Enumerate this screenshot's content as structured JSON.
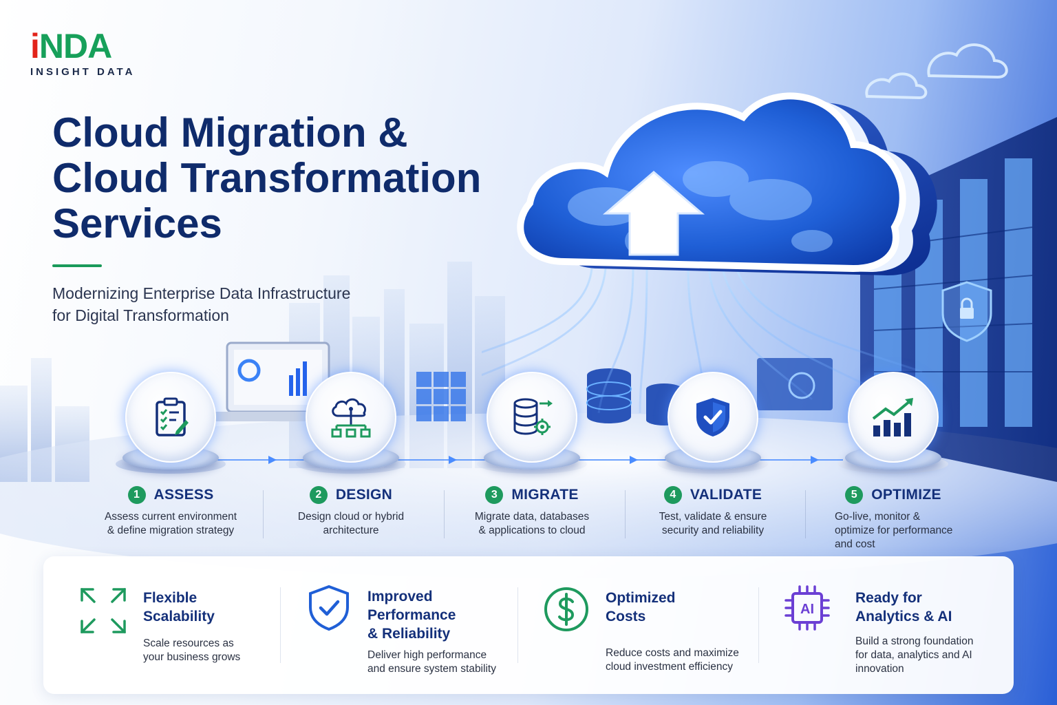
{
  "brand": {
    "logo_main": "NDA",
    "logo_i": "i",
    "logo_sub": "INSIGHT DATA"
  },
  "title_lines": [
    "Cloud Migration &",
    "Cloud Transformation",
    "Services"
  ],
  "subtitle_lines": [
    "Modernizing Enterprise Data Infrastructure",
    "for Digital Transformation"
  ],
  "steps": [
    {
      "number": "1",
      "name": "ASSESS",
      "icon": "clipboard-checklist-icon",
      "desc": [
        "Assess current environment",
        "& define migration strategy"
      ]
    },
    {
      "number": "2",
      "name": "DESIGN",
      "icon": "cloud-architecture-icon",
      "desc": [
        "Design cloud or hybrid",
        "architecture"
      ]
    },
    {
      "number": "3",
      "name": "MIGRATE",
      "icon": "database-gear-icon",
      "desc": [
        "Migrate data, databases",
        "& applications to cloud"
      ]
    },
    {
      "number": "4",
      "name": "VALIDATE",
      "icon": "shield-check-icon",
      "desc": [
        "Test, validate & ensure",
        "security and reliability"
      ]
    },
    {
      "number": "5",
      "name": "OPTIMIZE",
      "icon": "growth-chart-icon",
      "desc": [
        "Go-live, monitor &",
        "optimize for performance",
        "and cost"
      ]
    }
  ],
  "benefits": [
    {
      "title": [
        "Flexible",
        "Scalability"
      ],
      "icon": "expand-arrows-icon",
      "desc": [
        "Scale resources as",
        "your business grows"
      ]
    },
    {
      "title": [
        "Improved",
        "Performance",
        "& Reliability"
      ],
      "icon": "shield-check-icon",
      "desc": [
        "Deliver high performance",
        "and ensure system stability"
      ]
    },
    {
      "title": [
        "Optimized",
        "Costs"
      ],
      "icon": "dollar-circle-icon",
      "desc": [
        "Reduce costs and maximize",
        "cloud investment efficiency"
      ]
    },
    {
      "title": [
        "Ready for",
        "Analytics & AI"
      ],
      "icon": "ai-chip-icon",
      "desc": [
        "Build a strong foundation",
        "for data, analytics and AI",
        "innovation"
      ]
    }
  ],
  "icon_labels": {
    "ai_chip": "AI"
  },
  "colors": {
    "navy": "#0f2b6b",
    "green": "#1e9a5e",
    "blue": "#1f5fd6",
    "purple": "#6b3fd4",
    "logo_red": "#e2231a"
  }
}
